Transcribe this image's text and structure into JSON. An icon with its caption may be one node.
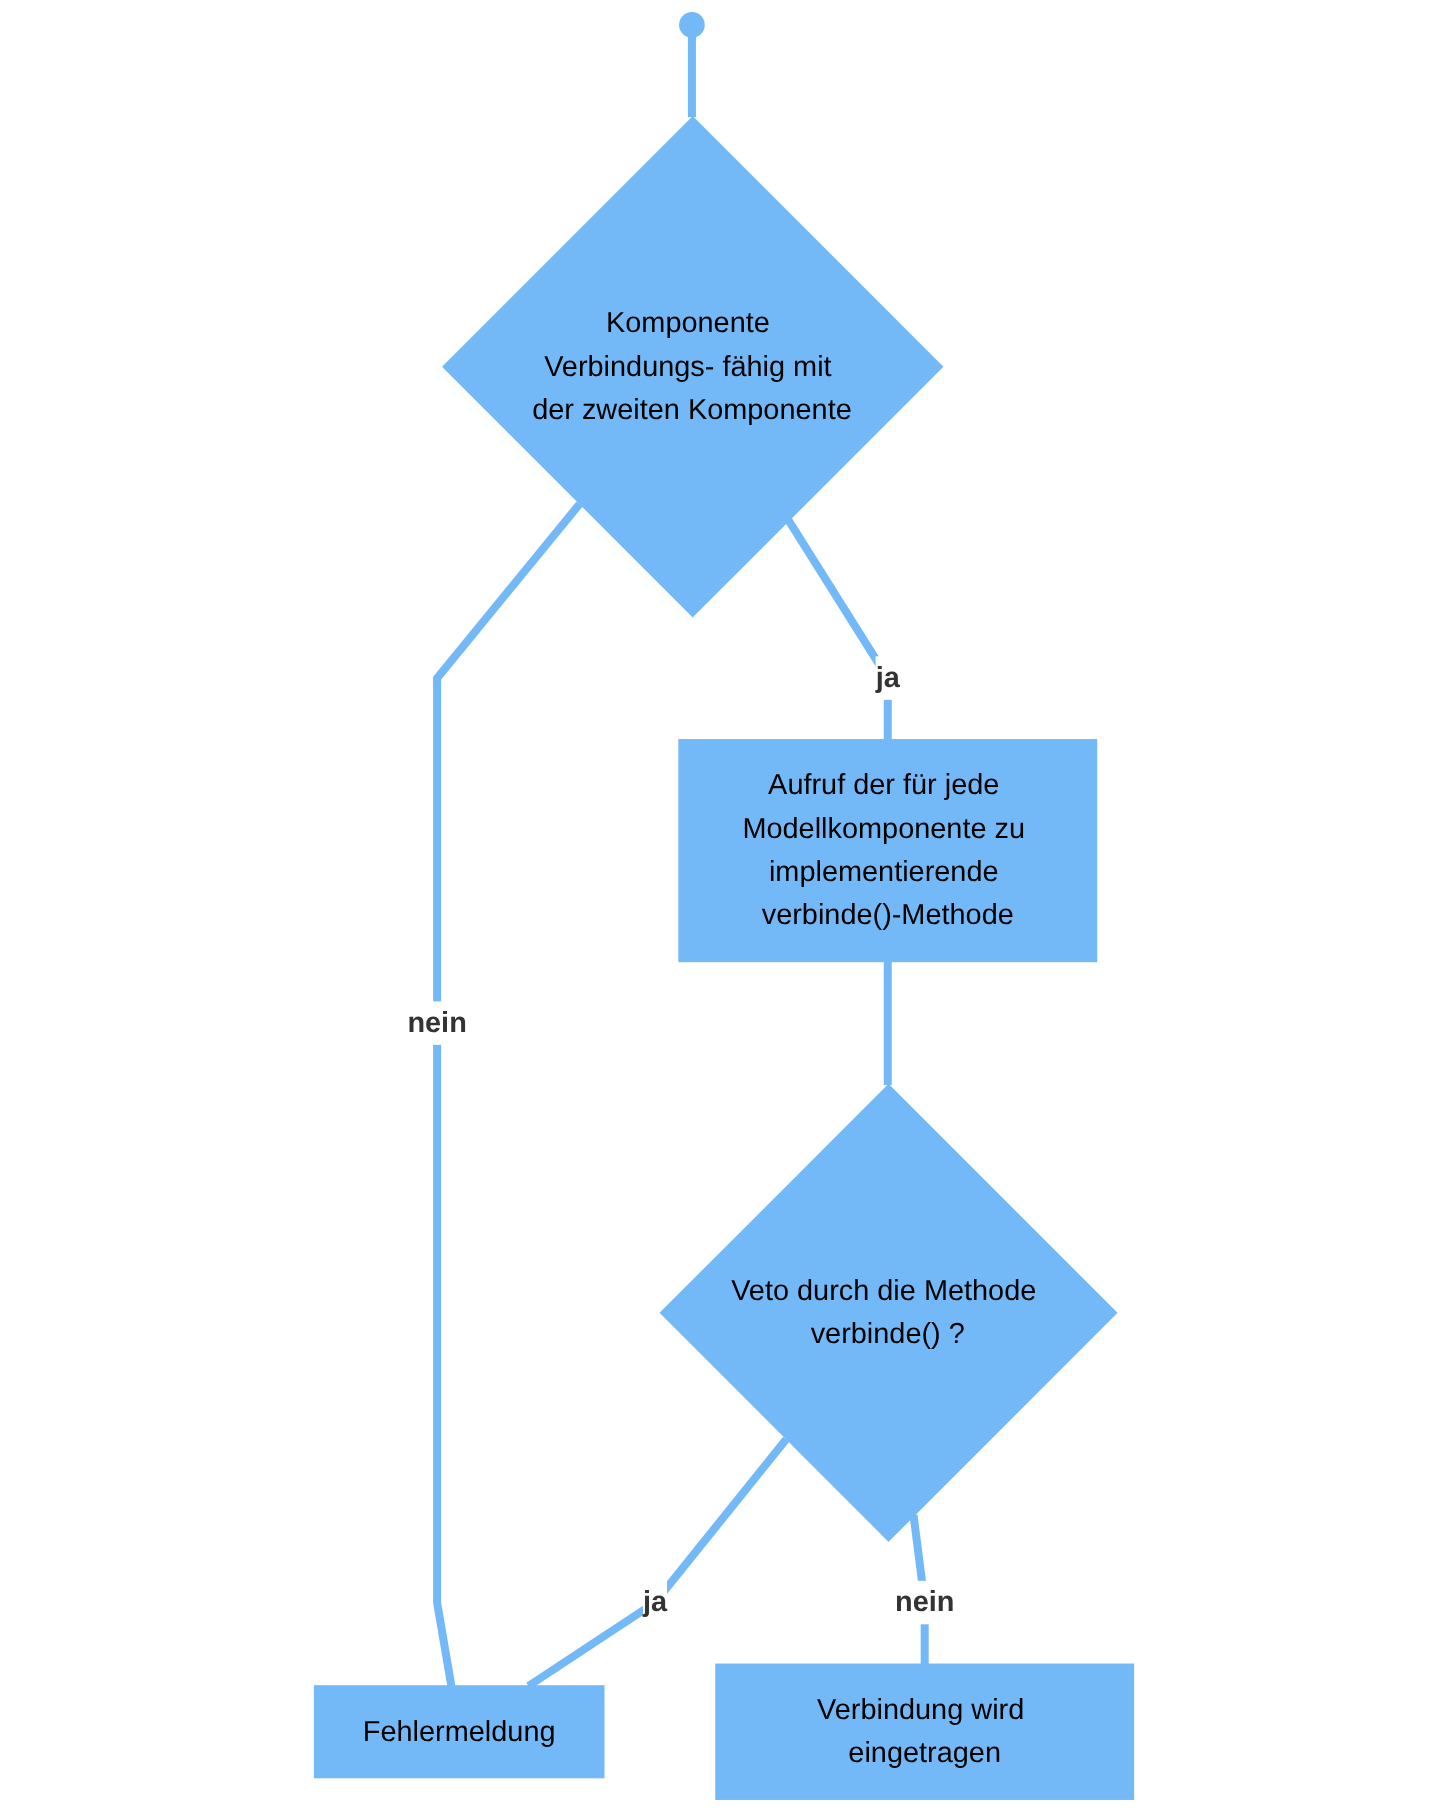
{
  "diagram": {
    "nodes": [
      {
        "text": [],
        "shape": "circle"
      },
      {
        "text": [
          "Komponente Verbindungs- fähig mit der zweiten Komponente"
        ]
      },
      {
        "text": [
          "Aufruf der für jede Modellkomponente zu implementierende verbinde()-Methode"
        ]
      },
      {
        "text": [
          "Veto durch die Methode verbinde() ?"
        ]
      },
      {
        "text": [
          "Verbindung wird eingetragen"
        ]
      },
      {
        "text": [
          "Fehlermeldung"
        ]
      }
    ],
    "edges": [
      {
        "from": 0,
        "to": 1,
        "arrow": "none"
      },
      {
        "from": 1,
        "to": 2,
        "arrow": "none",
        "label": "ja"
      },
      {
        "from": 1,
        "to": 5,
        "arrow": "none",
        "label": "nein"
      },
      {
        "from": 2,
        "to": 3,
        "arrow": "none"
      },
      {
        "from": 3,
        "to": 5,
        "arrow": "none",
        "label": "ja"
      },
      {
        "from": 3,
        "to": 4,
        "arrow": "none",
        "label": "nein"
      }
    ]
  }
}
